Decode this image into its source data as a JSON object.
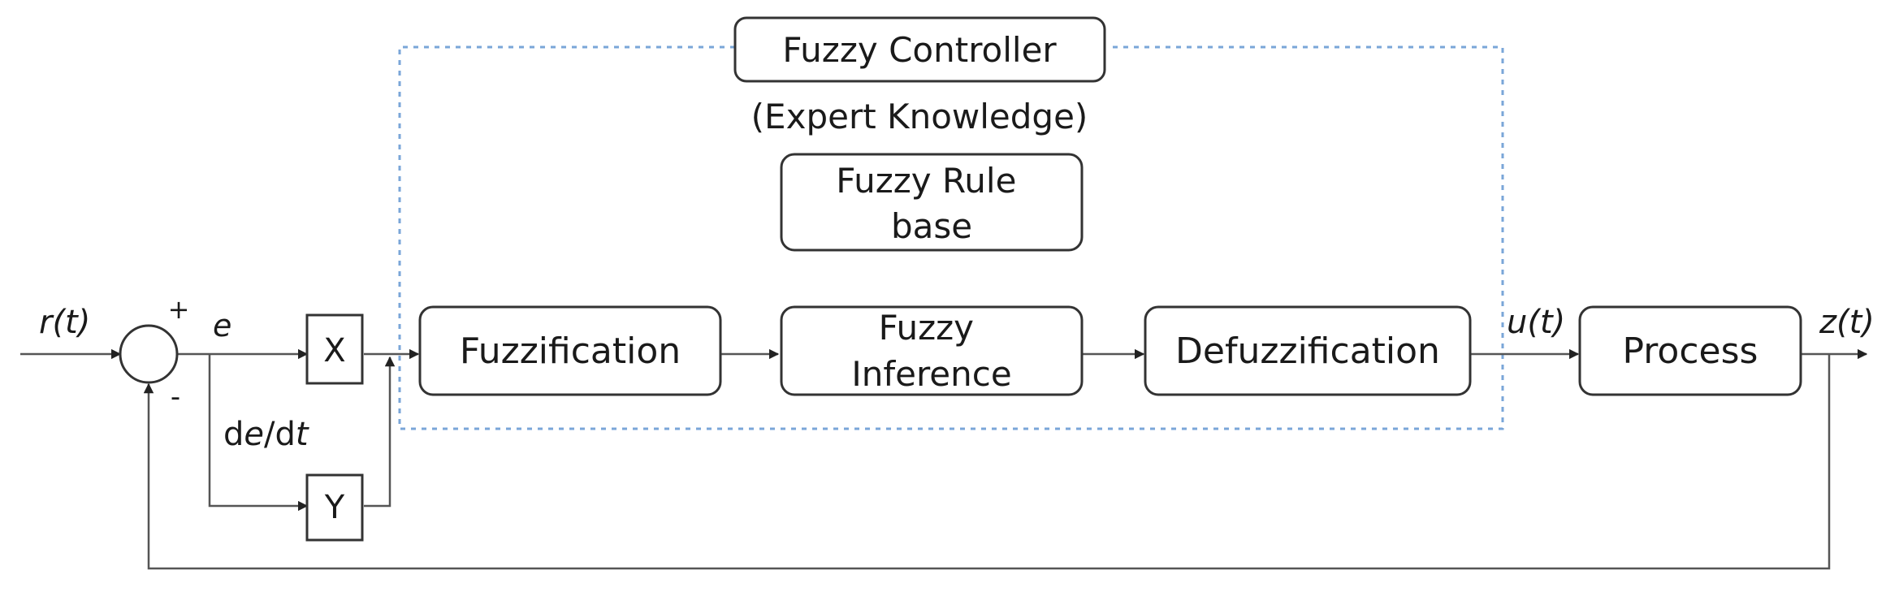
{
  "controller": {
    "title": "Fuzzy Controller",
    "knowledge_label": "(Expert Knowledge)",
    "rule_base": {
      "line1": "Fuzzy Rule",
      "line2": "base"
    },
    "fuzzification": "Fuzzification",
    "inference": {
      "line1": "Fuzzy",
      "line2": "Inference"
    },
    "defuzzification": "Defuzzification"
  },
  "blocks": {
    "x": "X",
    "y": "Y",
    "process": "Process"
  },
  "signals": {
    "reference": "r(t)",
    "plus": "+",
    "minus": "-",
    "error": "e",
    "derivative": {
      "d1": "d",
      "e": "e",
      "slash": "/d",
      "t": "t"
    },
    "control": "u(t)",
    "output": "z(t)"
  }
}
